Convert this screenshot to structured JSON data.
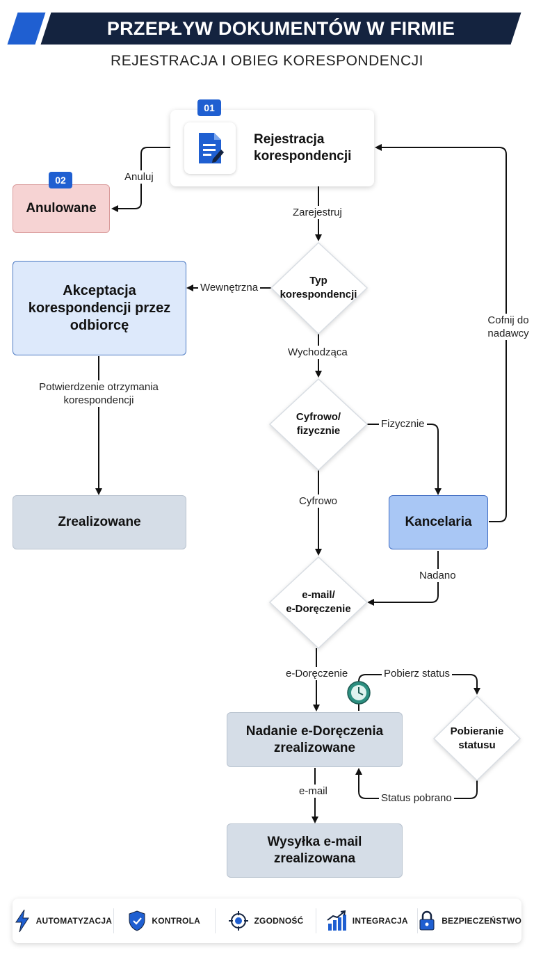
{
  "header": {
    "title": "PRZEPŁYW DOKUMENTÓW W FIRMIE",
    "subtitle": "REJESTRACJA I OBIEG KORESPONDENCJI"
  },
  "colors": {
    "header_bg": "#14233f",
    "accent": "#1f5fd1",
    "cancel_fill": "#f6d3d3",
    "accept_fill": "#dde9fb",
    "done_fill": "#d5dde7",
    "office_fill": "#a9c7f5"
  },
  "badges": {
    "registration": "01",
    "cancelled": "02"
  },
  "nodes": {
    "registration": "Rejestracja\nkorespondencji",
    "cancelled": "Anulowane",
    "type_decision": "Typ\nkorespondencji",
    "acceptance": "Akceptacja\nkorespondencji przez\nodbiorcę",
    "digital_physical": "Cyfrowo/\nfizycznie",
    "completed": "Zrealizowane",
    "office": "Kancelaria",
    "email_edelivery": "e-mail/\ne-Doręczenie",
    "edelivery_done": "Nadanie e-Doręczenia\nzrealizowane",
    "status_fetch": "Pobieranie\nstatusu",
    "email_done": "Wysyłka e-mail\nzrealizowana"
  },
  "edges": {
    "cancel": "Anuluj",
    "register": "Zarejestruj",
    "internal": "Wewnętrzna",
    "outgoing": "Wychodząca",
    "confirm": "Potwierdzenie otrzymania\nkorespondencji",
    "physical": "Fizycznie",
    "return": "Cofnij do\nnadawcy",
    "digital": "Cyfrowo",
    "sent": "Nadano",
    "edelivery": "e-Doręczenie",
    "get_status": "Pobierz status",
    "status_fetched": "Status pobrano",
    "email": "e-mail"
  },
  "icons": {
    "registration": "document-edit-icon",
    "timer": "clock-icon"
  },
  "footer": [
    {
      "label": "AUTOMATYZACJA",
      "icon": "lightning-icon"
    },
    {
      "label": "KONTROLA",
      "icon": "shield-check-icon"
    },
    {
      "label": "ZGODNOŚĆ",
      "icon": "target-icon"
    },
    {
      "label": "INTEGRACJA",
      "icon": "chart-growth-icon"
    },
    {
      "label": "BEZPIECZEŃSTWO",
      "icon": "lock-icon"
    }
  ]
}
